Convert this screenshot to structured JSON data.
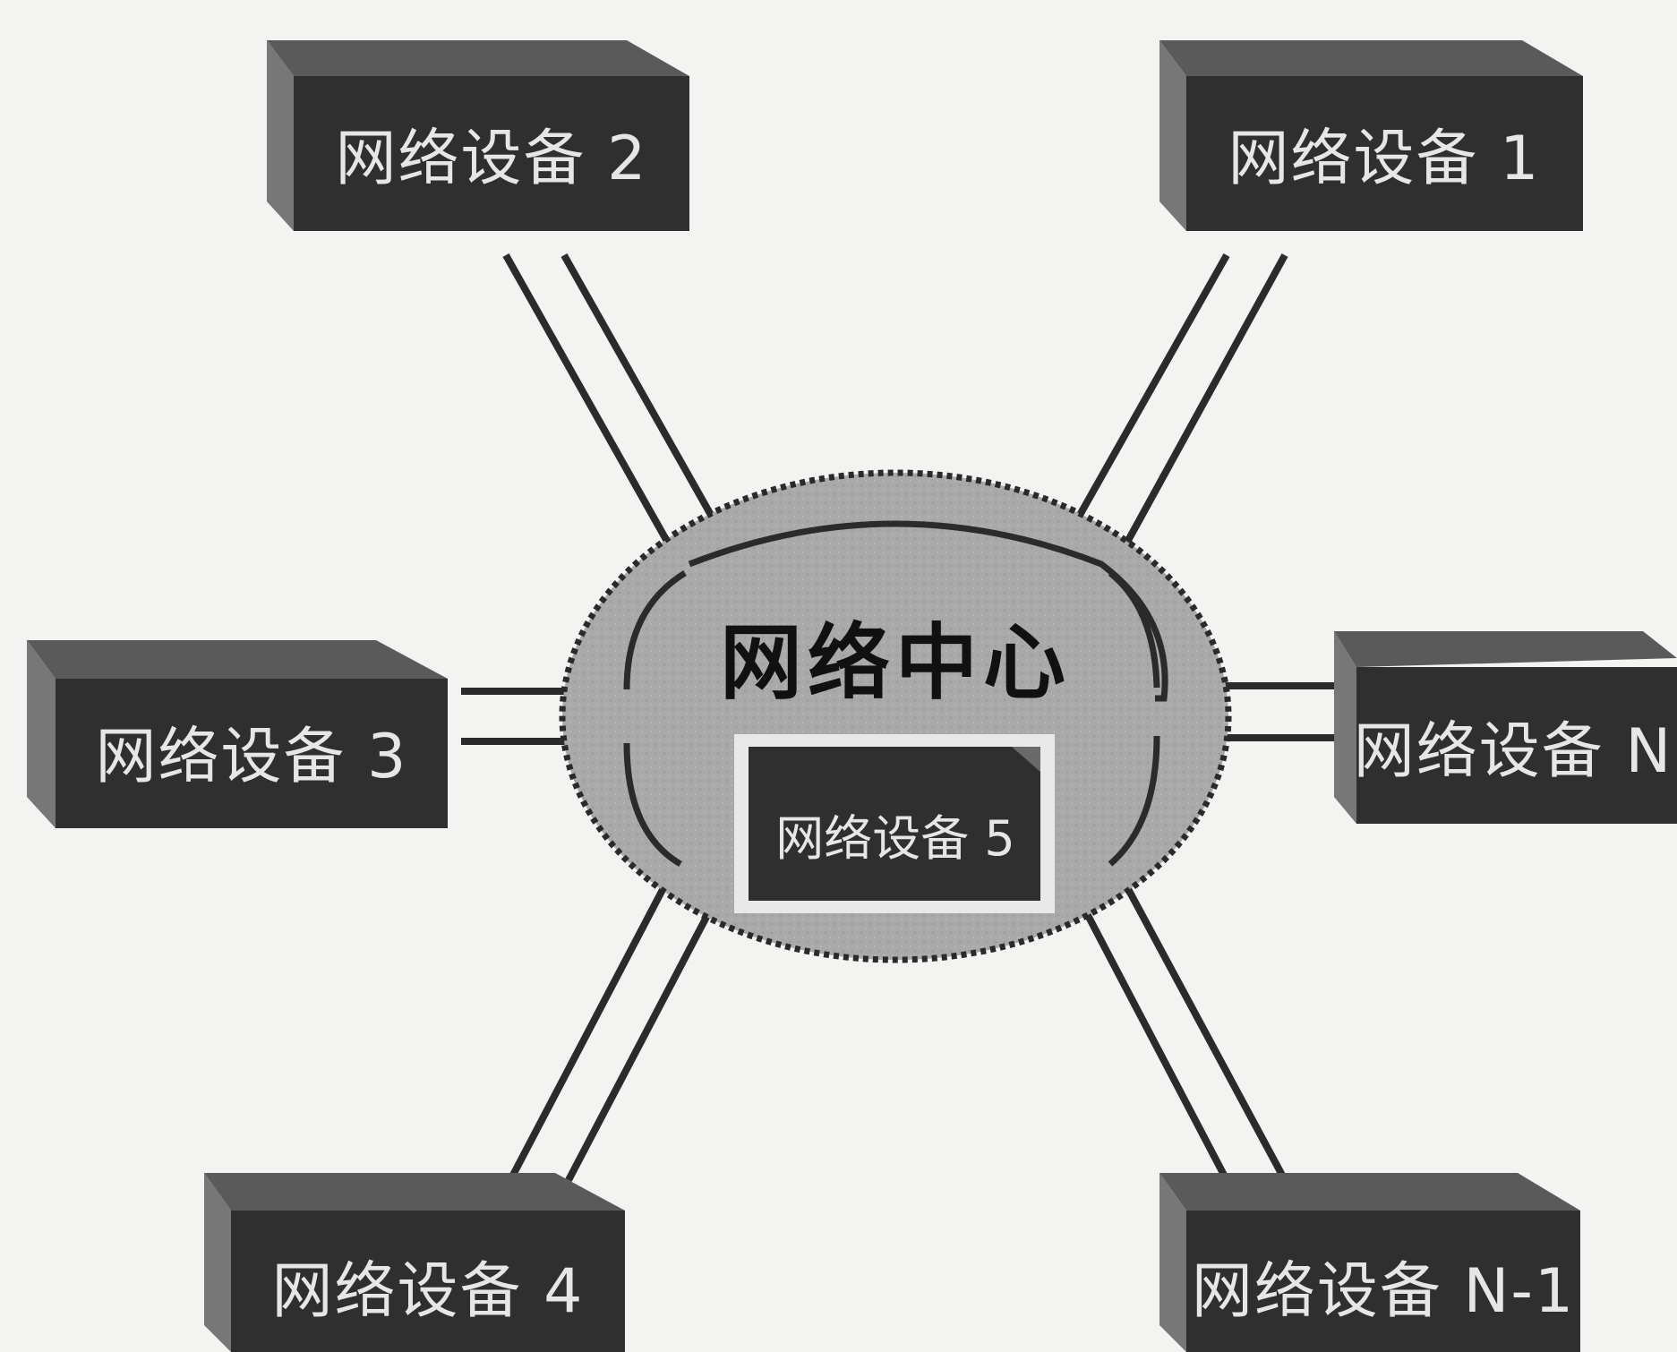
{
  "diagram": {
    "center": {
      "label": "网络中心"
    },
    "devices": [
      {
        "id": "device-1",
        "label": "网络设备 1"
      },
      {
        "id": "device-2",
        "label": "网络设备 2"
      },
      {
        "id": "device-3",
        "label": "网络设备 3"
      },
      {
        "id": "device-4",
        "label": "网络设备 4"
      },
      {
        "id": "device-5",
        "label": "网络设备 5"
      },
      {
        "id": "device-n",
        "label": "网络设备 N"
      },
      {
        "id": "device-n-1",
        "label": "网络设备 N-1"
      }
    ]
  },
  "colors": {
    "background": "#f3f3f1",
    "device_fill": "#2f2f2f",
    "device_top": "#5a5a5a",
    "device_side": "#777777",
    "center_fill": "#a9a9a9",
    "center_outline": "#2a2a2a",
    "line": "#2b2b2b",
    "device_text": "#e6e6e6",
    "center_text": "#111111"
  }
}
